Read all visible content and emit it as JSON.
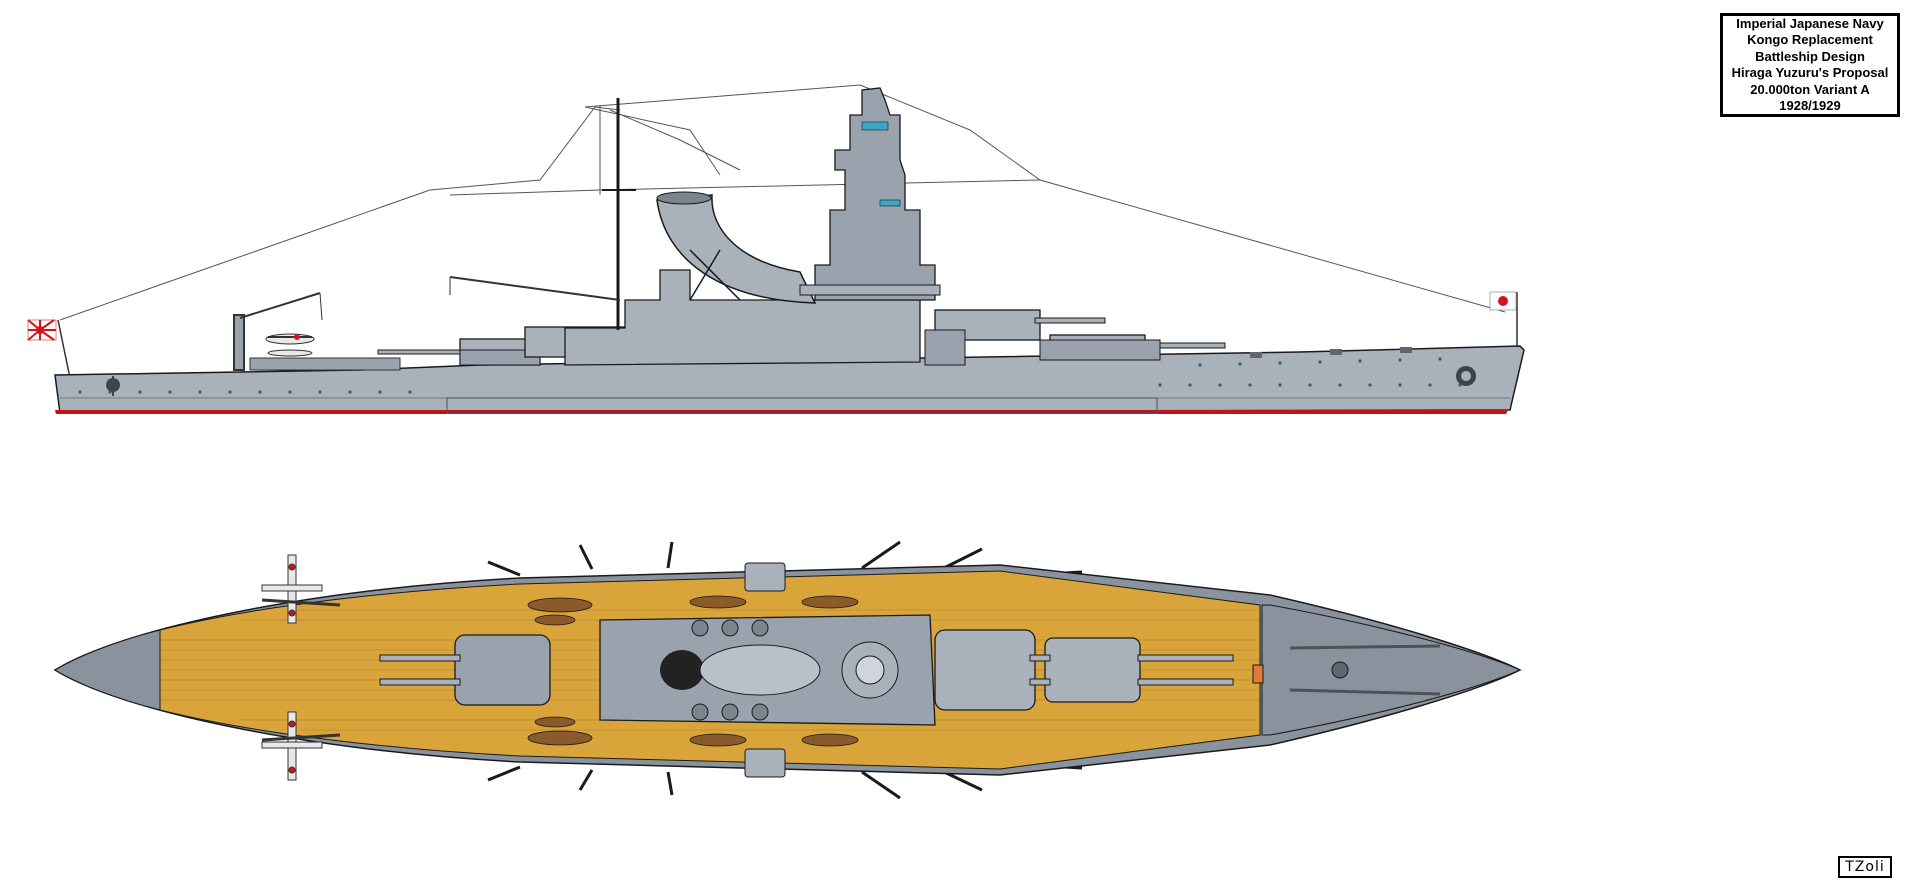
{
  "title_block": {
    "lines": [
      "Imperial Japanese Navy",
      "Kongo Replacement",
      "Battleship Design",
      "Hiraga Yuzuru's Proposal",
      "20.000ton Variant A",
      "1928/1929"
    ]
  },
  "signature": "TZoli",
  "colors": {
    "hull_gray": "#a9b2bb",
    "superstructure_gray": "#9aa3ad",
    "dark_gray": "#7c858f",
    "deck_wood": "#d9a43a",
    "boot_topping": "#c0141b",
    "outline": "#1a1a1a",
    "flag_red": "#d3141b"
  },
  "icons": {
    "stern_flag": "rising-sun-ensign-icon",
    "bow_flag": "hinomaru-jack-icon"
  }
}
